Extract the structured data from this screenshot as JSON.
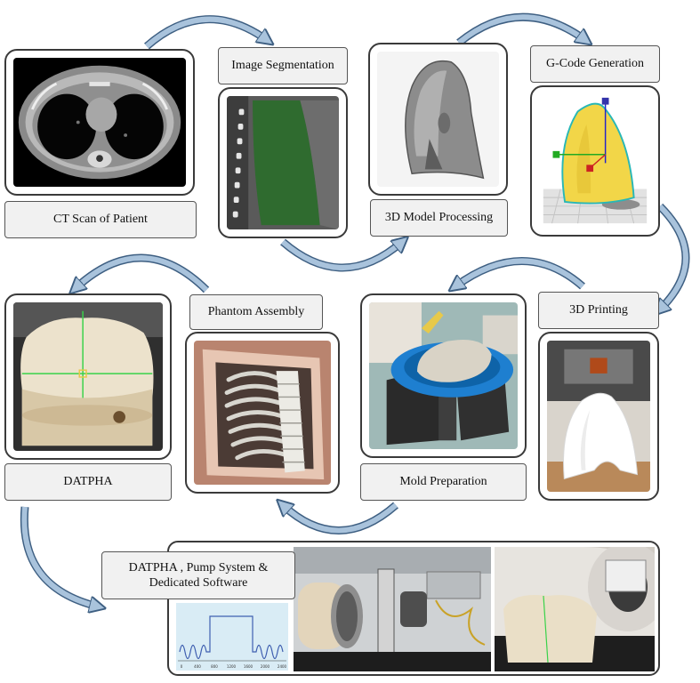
{
  "steps": {
    "ct_scan": "CT Scan of Patient",
    "segmentation": "Image Segmentation",
    "model_processing": "3D Model Processing",
    "gcode": "G-Code Generation",
    "printing": "3D Printing",
    "mold": "Mold Preparation",
    "assembly": "Phantom Assembly",
    "datpha": "DATPHA",
    "final_line1": "DATPHA , Pump System &",
    "final_line2": "Dedicated Software"
  },
  "plot_ticks": [
    "0",
    "400",
    "800",
    "1200",
    "1600",
    "2000",
    "2400"
  ],
  "colors": {
    "arrow_fill": "#a9c3dc",
    "arrow_stroke": "#3e5f82",
    "frame_border": "#3a3a3a",
    "label_bg": "#f1f1f1",
    "segmentation_green": "#2f6b2f",
    "print_yellow": "#f2d648",
    "silicone_blue": "#1e7fd0"
  }
}
